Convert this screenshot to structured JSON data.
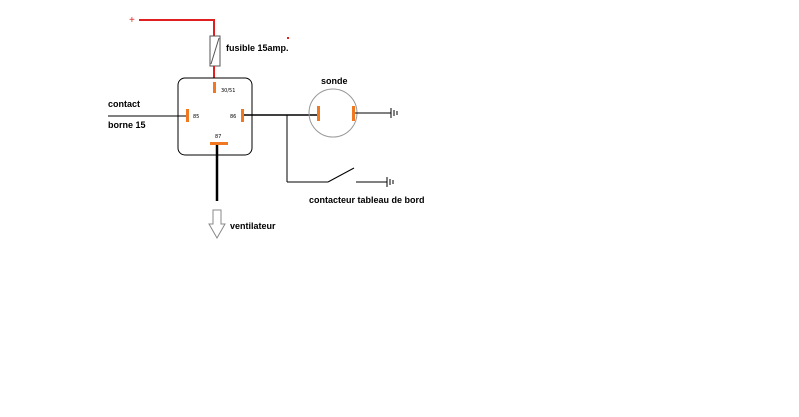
{
  "labels": {
    "plus": "+",
    "fuse": "fusible 15amp.",
    "contact": "contact",
    "borne": "borne 15",
    "sensor": "sonde",
    "dashboard_switch": "contacteur tableau de bord",
    "fan": "ventilateur"
  },
  "relay_pins": {
    "p30": "30/51",
    "p85": "85",
    "p86": "86",
    "p87": "87"
  },
  "colors": {
    "supply_wire": "#e02020",
    "pin": "#f07820",
    "wire": "#000000"
  }
}
